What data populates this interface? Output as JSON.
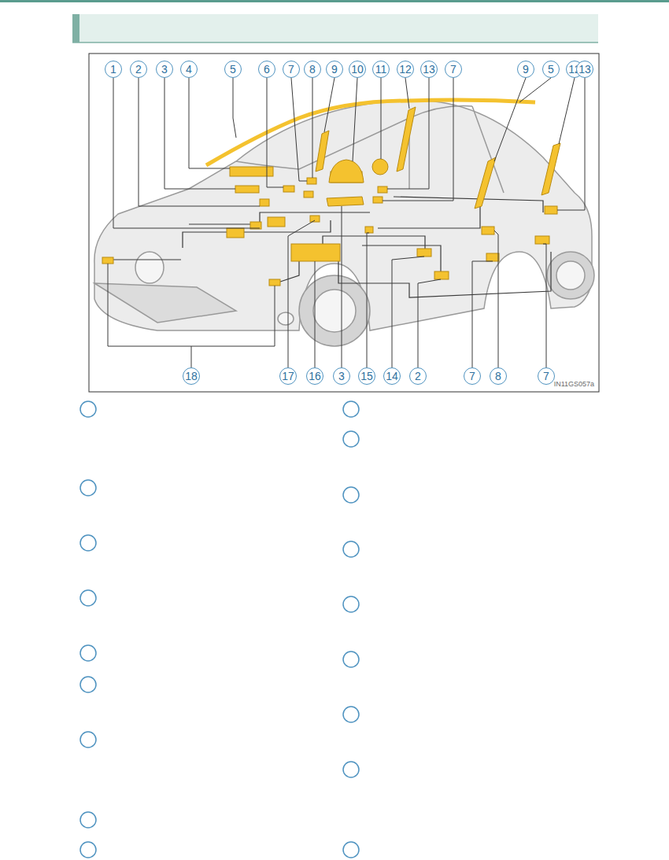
{
  "diagram": {
    "labels": [
      "1",
      "2",
      "3",
      "4",
      "5",
      "6",
      "7",
      "8",
      "9",
      "10",
      "11",
      "12",
      "13",
      "7",
      "9",
      "5",
      "12",
      "13",
      "18",
      "17",
      "16",
      "3",
      "15",
      "14",
      "2",
      "7",
      "8",
      "7",
      "IN11GS057a"
    ]
  }
}
